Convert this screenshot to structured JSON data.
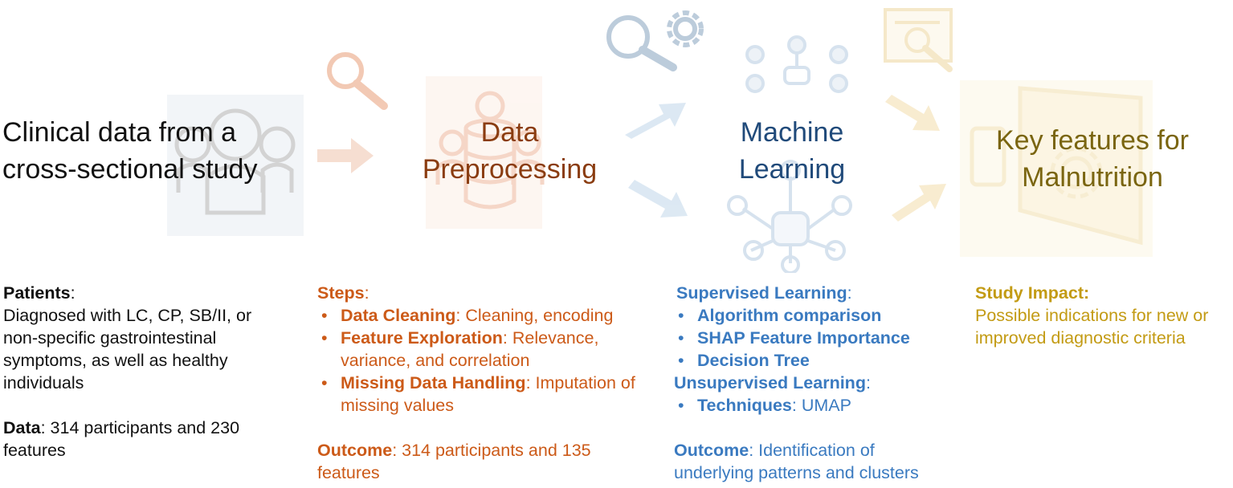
{
  "colors": {
    "col1_text": "#111111",
    "col2_text": "#cc5a18",
    "col3_text": "#3a7ac0",
    "col4_text": "#c39b14",
    "title2": "#8a3c10",
    "title3": "#204a7a",
    "title4": "#7a6510"
  },
  "icons": [
    "people-group-icon",
    "arrow-right-icon",
    "magnifier-icon",
    "database-people-icon",
    "magnifier-gear-icon",
    "network-icon",
    "report-magnifier-icon",
    "monitor-gear-icon"
  ],
  "stages": [
    {
      "title_line1": "Clinical data from a",
      "title_line2": "cross-sectional study"
    },
    {
      "title_line1": "Data",
      "title_line2": "Preprocessing"
    },
    {
      "title_line1": "Machine",
      "title_line2": "Learning"
    },
    {
      "title_line1": "Key features for",
      "title_line2": "Malnutrition"
    }
  ],
  "col1": {
    "patients_label": "Patients",
    "patients_colon": ":",
    "patients_text": "Diagnosed with LC, CP, SB/II, or non-specific gastrointestinal symptoms, as well as healthy individuals",
    "data_label": "Data",
    "data_text": ": 314 participants and 230 features"
  },
  "col2": {
    "steps_label": "Steps",
    "steps_colon": ":",
    "steps": [
      {
        "bold": "Data Cleaning",
        "text": ": Cleaning, encoding"
      },
      {
        "bold": "Feature Exploration",
        "text": ": Relevance, variance, and correlation"
      },
      {
        "bold": "Missing Data Handling",
        "text": ": Imputation of missing values"
      }
    ],
    "outcome_label": "Outcome",
    "outcome_text": ": 314 participants and 135 features"
  },
  "col3": {
    "supervised_label": "Supervised Learning",
    "supervised_colon": ":",
    "supervised_items": [
      "Algorithm comparison",
      "SHAP Feature Importance",
      "Decision Tree"
    ],
    "unsupervised_label": "Unsupervised Learning",
    "unsupervised_colon": ":",
    "unsupervised_item_bold": "Techniques",
    "unsupervised_item_text": ": UMAP",
    "outcome_label": "Outcome",
    "outcome_text": ": Identification of underlying patterns and clusters"
  },
  "col4": {
    "impact_label": "Study Impact:",
    "impact_text": "Possible indications for new or improved diagnostic criteria"
  }
}
